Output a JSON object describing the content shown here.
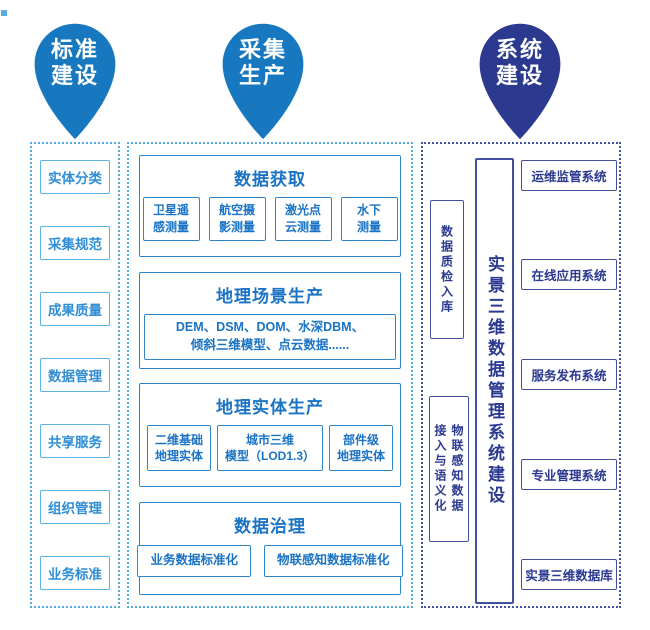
{
  "colors": {
    "balloon_blue": "#1878bf",
    "balloon_navy": "#2b3a8f",
    "left_border": "#5cb1e3",
    "left_text": "#2f8ed6",
    "mid_border": "#2e86c9",
    "mid_text": "#1a73c4",
    "navy_border": "#41519f",
    "navy_text": "#2b3990",
    "dash_light": "#54abdf",
    "dash_navy": "#4152a3"
  },
  "balloons": [
    {
      "line1": "标准",
      "line2": "建设"
    },
    {
      "line1": "采集",
      "line2": "生产"
    },
    {
      "line1": "系统",
      "line2": "建设"
    }
  ],
  "standards_panel": {
    "items": [
      "实体分类",
      "采集规范",
      "成果质量",
      "数据管理",
      "共享服务",
      "组织管理",
      "业务标准"
    ]
  },
  "production_panel": {
    "sections": [
      {
        "title": "数据获取",
        "items": [
          {
            "line1": "卫星遥",
            "line2": "感测量"
          },
          {
            "line1": "航空摄",
            "line2": "影测量"
          },
          {
            "line1": "激光点",
            "line2": "云测量"
          },
          {
            "line1": "水下",
            "line2": "测量"
          }
        ]
      },
      {
        "title": "地理场景生产",
        "content_line1": "DEM、DSM、DOM、水深DBM、",
        "content_line2": "倾斜三维模型、点云数据......"
      },
      {
        "title": "地理实体生产",
        "items": [
          {
            "line1": "二维基础",
            "line2": "地理实体"
          },
          {
            "line1": "城市三维",
            "line2": "模型（LOD1.3）"
          },
          {
            "line1": "部件级",
            "line2": "地理实体"
          }
        ]
      },
      {
        "title": "数据治理",
        "items": [
          {
            "label": "业务数据标准化"
          },
          {
            "label": "物联感知数据标准化"
          }
        ]
      }
    ]
  },
  "system_panel": {
    "ingest_box": "数据质检入库",
    "iot_box_col_right": "物联感知数据",
    "iot_box_col_left": "接入与语义化",
    "main_bar": "实景三维数据管理系统建设",
    "systems": [
      "运维监管系统",
      "在线应用系统",
      "服务发布系统",
      "专业管理系统",
      "实景三维数据库"
    ]
  }
}
